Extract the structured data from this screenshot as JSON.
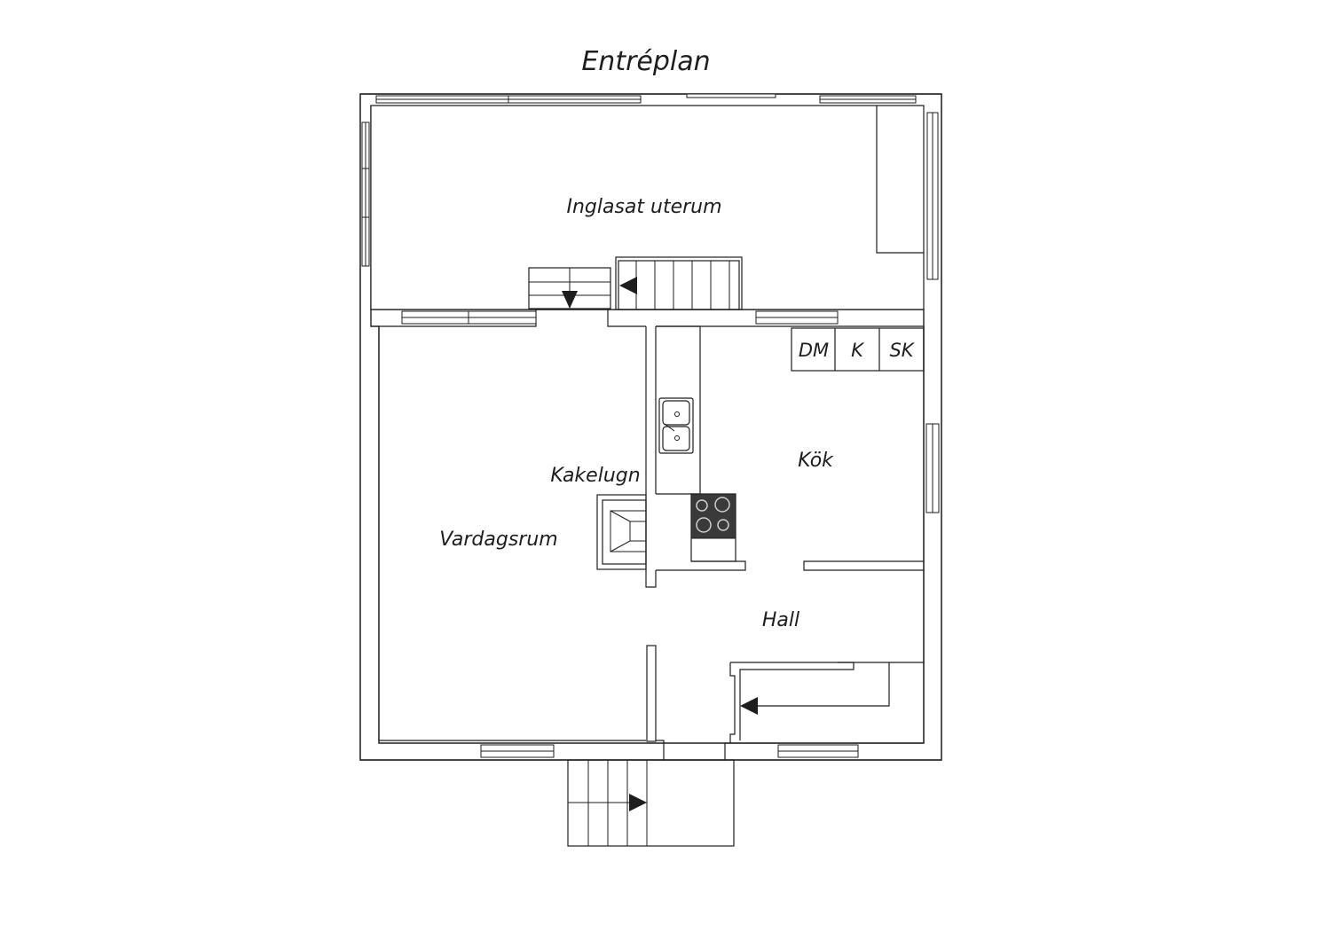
{
  "title": "Entréplan",
  "rooms": {
    "uterum": "Inglasat uterum",
    "vardagsrum": "Vardagsrum",
    "kakelugn": "Kakelugn",
    "kok": "Kök",
    "hall": "Hall"
  },
  "appliances": {
    "dm": "DM",
    "k": "K",
    "sk": "SK"
  },
  "colors": {
    "line": "#1e1e1e",
    "stove": "#3a3a3a",
    "background": "#ffffff"
  }
}
